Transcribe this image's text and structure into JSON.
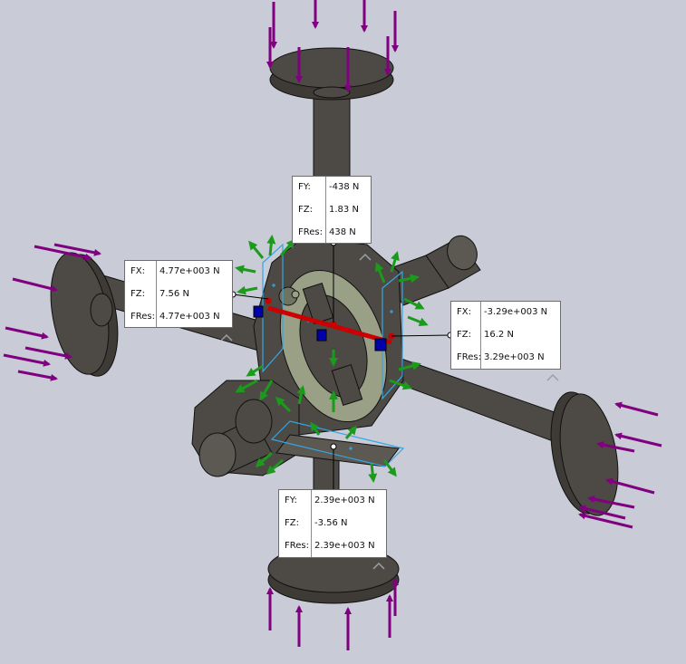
{
  "colors": {
    "background": "#c9cbd6",
    "body_fill": "#4d4944",
    "body_light": "#5c5852",
    "cross_inner": "#99a086",
    "external_load": "#800080",
    "contact_force": "#1b9a1b",
    "connector_rod": "#cc0000",
    "connector_plane": "#33a7e6",
    "pin_marker": "#0000aa"
  },
  "icons": {
    "load_arrow": "arrow-icon",
    "expand": "chevron-up-icon"
  },
  "callouts": {
    "top": {
      "rows": [
        {
          "key": "FY:",
          "value": "-438 N"
        },
        {
          "key": "FZ:",
          "value": "1.83 N"
        },
        {
          "key": "FRes:",
          "value": "438 N"
        }
      ]
    },
    "left": {
      "rows": [
        {
          "key": "FX:",
          "value": "4.77e+003 N"
        },
        {
          "key": "FZ:",
          "value": "7.56 N"
        },
        {
          "key": "FRes:",
          "value": "4.77e+003 N"
        }
      ]
    },
    "right": {
      "rows": [
        {
          "key": "FX:",
          "value": "-3.29e+003 N"
        },
        {
          "key": "FZ:",
          "value": "16.2 N"
        },
        {
          "key": "FRes:",
          "value": "3.29e+003 N"
        }
      ]
    },
    "bottom": {
      "rows": [
        {
          "key": "FY:",
          "value": "2.39e+003 N"
        },
        {
          "key": "FZ:",
          "value": "-3.56 N"
        },
        {
          "key": "FRes:",
          "value": "2.39e+003 N"
        }
      ]
    }
  }
}
